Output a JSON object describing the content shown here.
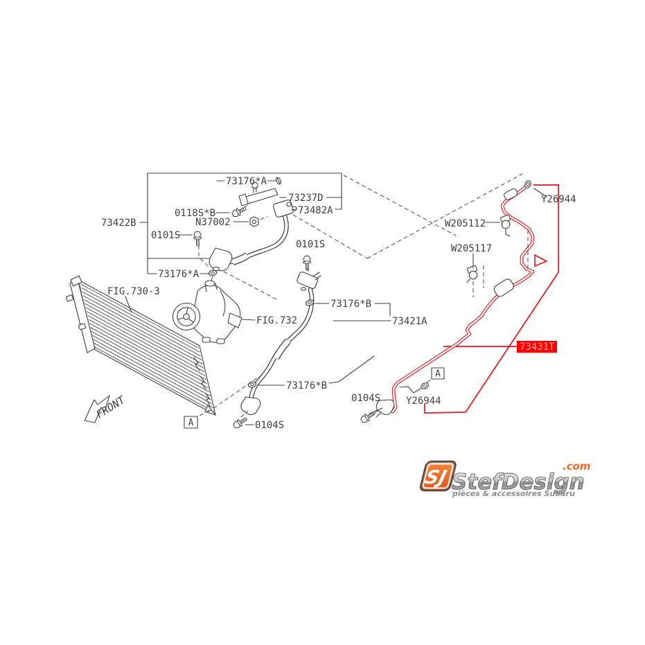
{
  "diagram": {
    "labels": {
      "p73176a_top": "73176*A",
      "p73237d": "73237D",
      "p73482a": "73482A",
      "p0118s_b": "0118S*B",
      "pn37002": "N37002",
      "p73422b": "73422B",
      "p0101s_left": "0101S",
      "p73176a_lower": "73176*A",
      "p0101s_right": "0101S",
      "fig_730_3": "FIG.730-3",
      "fig_732": "FIG.732",
      "p73176b_mid": "73176*B",
      "p73421a": "73421A",
      "py26944_top": "Y26944",
      "pw205112": "W205112",
      "pw205117": "W205117",
      "p73431t": "73431T",
      "p0104s_right": "0104S",
      "py26944_bottom": "Y26944",
      "p73176b_bottom": "73176*B",
      "p0104s_left": "0104S",
      "front_marker": "FRONT",
      "section_a": "A"
    },
    "colors": {
      "line": "#3f3f3f",
      "highlight_line": "#e8111b",
      "highlight_bg": "#ff0000",
      "highlight_text": "#ff9f9f"
    }
  },
  "logo": {
    "badge": "SJ",
    "name": "StefDesign",
    "tld": ".com",
    "tagline": "pièces & accessoires Subaru",
    "orange": "#f26a22",
    "gray": "#9a9a9a"
  }
}
